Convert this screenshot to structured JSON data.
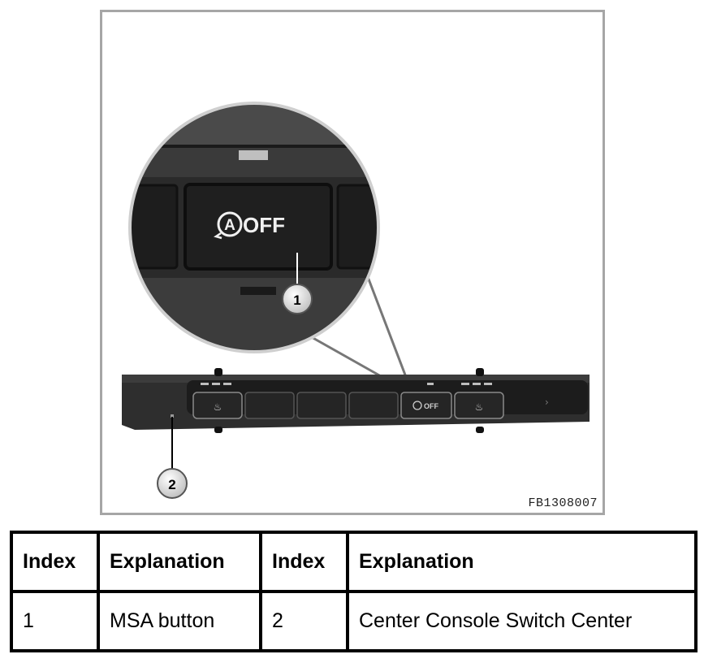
{
  "figure": {
    "callout_1": "1",
    "callout_2": "2",
    "button_label": "OFF",
    "button_symbol": "A",
    "small_button_label": "OFF",
    "figure_code": "FB1308007"
  },
  "legend": {
    "headers": [
      "Index",
      "Explanation",
      "Index",
      "Explanation"
    ],
    "rows": [
      {
        "index_1": "1",
        "explanation_1": "MSA button",
        "index_2": "2",
        "explanation_2": "Center Console Switch Center"
      }
    ]
  },
  "colors": {
    "frame": "#a6a6a6",
    "panel": "#2b2b2b",
    "bezel": "#3a3a3a",
    "callout": "#dcdcdc"
  }
}
